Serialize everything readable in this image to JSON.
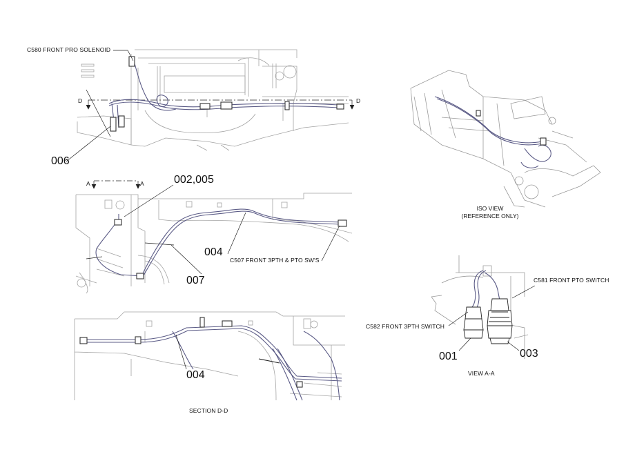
{
  "callouts": {
    "c580": "C580 FRONT PRO SOLENOID",
    "c507": "C507 FRONT 3PTH & PTO SW'S",
    "c581": "C581 FRONT PTO SWITCH",
    "c582": "C582 FRONT 3PTH SWITCH"
  },
  "item_numbers": {
    "n006": "006",
    "n002_005": "002,005",
    "n004_upper": "004",
    "n007": "007",
    "n004_lower": "004",
    "n001": "001",
    "n003": "003"
  },
  "section_markers": {
    "d": "D",
    "a": "A"
  },
  "view_titles": {
    "iso_line1": "ISO VIEW",
    "iso_line2": "(REFERENCE ONLY)",
    "view_a": "VIEW A-A",
    "section_d": "SECTION D-D"
  },
  "colors": {
    "linework": "#9a9a9a",
    "harness": "#5b5b86",
    "leader": "#222222"
  }
}
